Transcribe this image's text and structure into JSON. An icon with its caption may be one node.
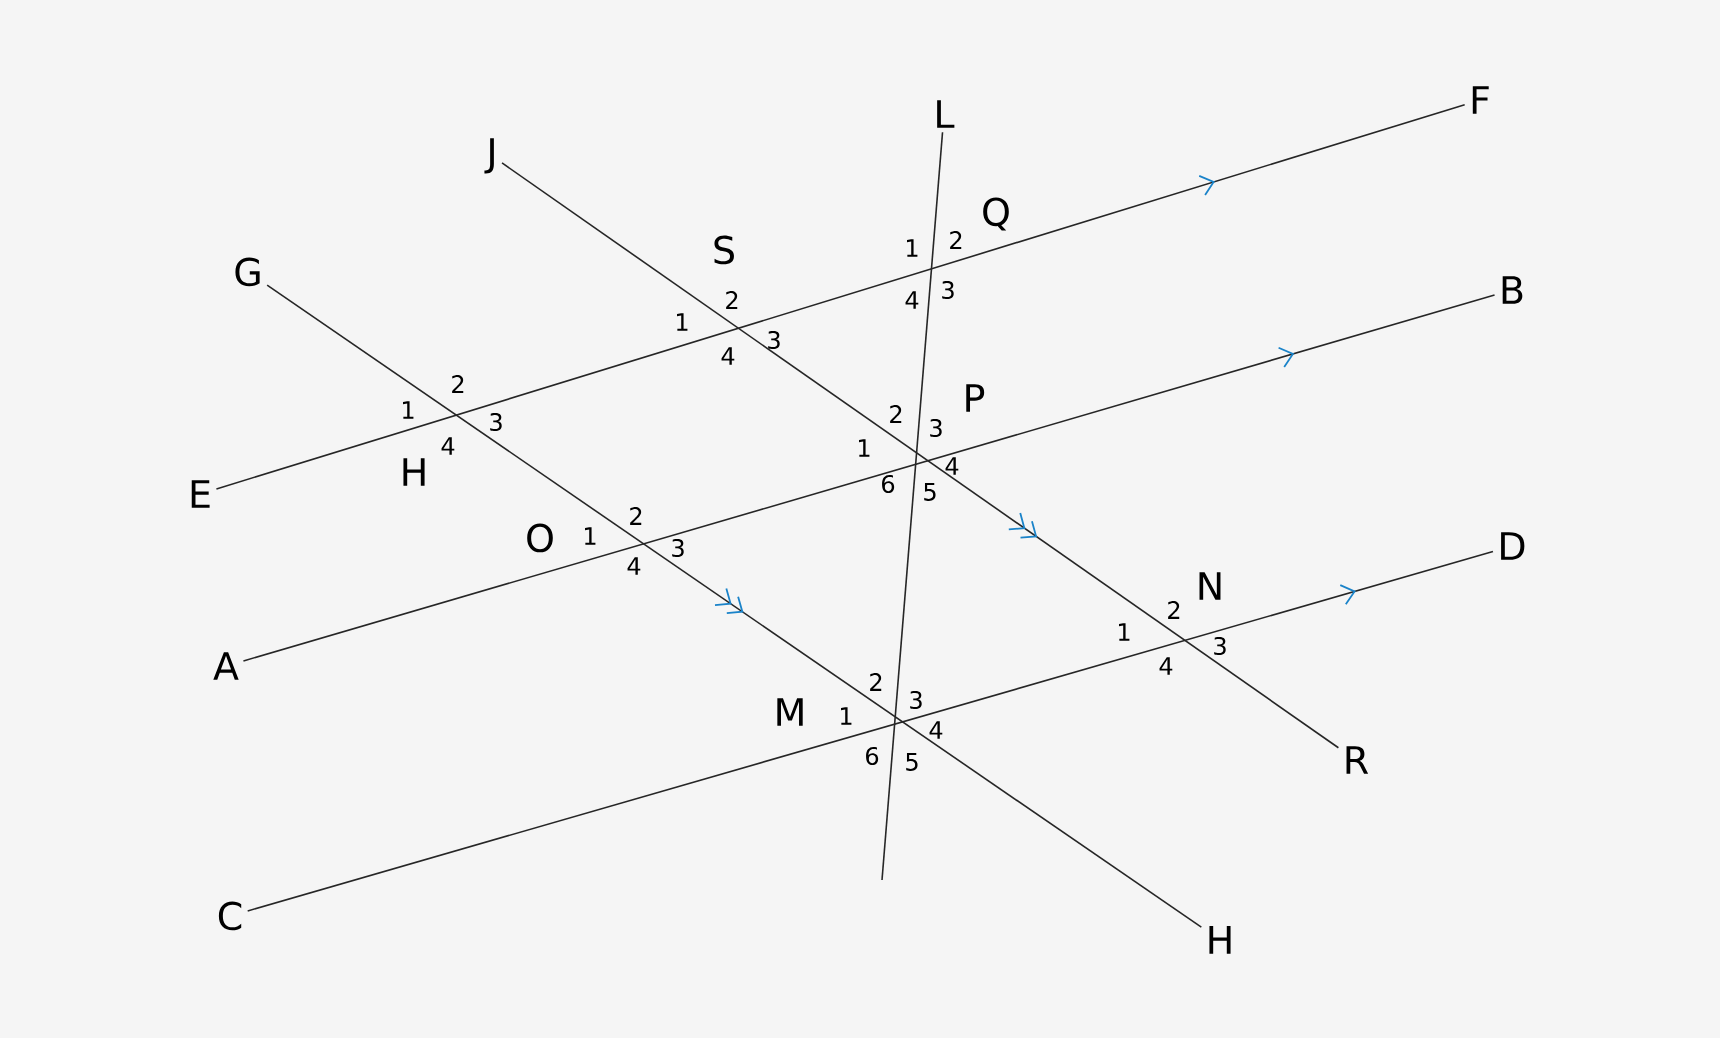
{
  "diagram": {
    "nodes": [
      {
        "text": [
          "L"
        ]
      },
      {
        "text": [
          "J"
        ]
      },
      {
        "text": [
          "F"
        ]
      },
      {
        "text": [
          "G"
        ]
      },
      {
        "text": [
          "B"
        ]
      },
      {
        "text": [
          "E"
        ]
      },
      {
        "text": [
          "A"
        ]
      },
      {
        "text": [
          "D"
        ]
      },
      {
        "text": [
          "C"
        ]
      },
      {
        "text": [
          "R"
        ]
      },
      {
        "text": [
          "H"
        ]
      }
    ],
    "edges": [
      {
        "from": 5,
        "to": 2,
        "arrow": "to"
      },
      {
        "from": 6,
        "to": 4,
        "arrow": "to"
      },
      {
        "from": 8,
        "to": 7,
        "arrow": "to"
      },
      {
        "from": 3,
        "to": 10,
        "arrow": "to"
      },
      {
        "from": 1,
        "to": 9,
        "arrow": "to"
      },
      {
        "from": null,
        "to": 0,
        "arrow": "none"
      }
    ],
    "labels": [
      "Q",
      "1",
      "2",
      "S",
      "2",
      "4",
      "3",
      "1",
      "3",
      "4",
      "2",
      "1",
      "3",
      "P",
      "2",
      "3",
      "4",
      "1",
      "H",
      "4",
      "6",
      "5",
      "2",
      "O",
      "1",
      "3",
      "4",
      "N",
      "2",
      "1",
      "3",
      "4",
      "2",
      "3",
      "M",
      "1",
      "4",
      "6",
      "5"
    ]
  }
}
